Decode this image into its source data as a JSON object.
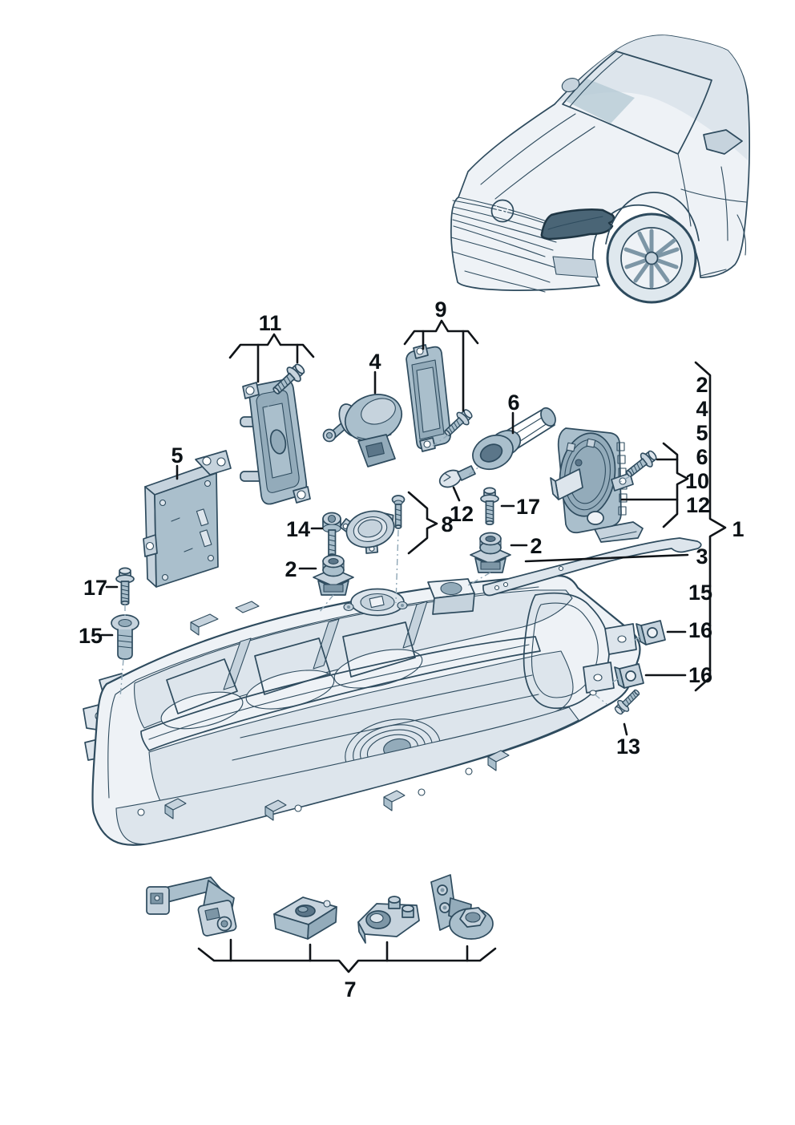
{
  "figure": {
    "type": "exploded-parts-diagram",
    "subject": "Left LED headlight assembly with fasteners, covers, adjuster motor, control unit and repair brackets",
    "vehicle_inset": "SUV front three-quarter view with left headlight highlighted"
  },
  "palette": {
    "line": "#2e4b5e",
    "body_light": "#eef2f6",
    "body_mid": "#c6d3dd",
    "body_dark": "#93abba",
    "highlight_part": "#4a6576",
    "label_color": "#0c1216",
    "background": "#ffffff"
  },
  "callouts": [
    {
      "label": "11",
      "points_to": "cover-plate-large-with-screw-group"
    },
    {
      "label": "9",
      "points_to": "cover-plate-small-with-screw-group"
    },
    {
      "label": "4",
      "points_to": "headlight-range-adjuster-motor"
    },
    {
      "label": "6",
      "points_to": "bulb-holder"
    },
    {
      "label": "5",
      "points_to": "led-control-unit"
    },
    {
      "label": "14",
      "points_to": "socket-head-screw"
    },
    {
      "label": "8",
      "points_to": "round-cap-with-screw-group"
    },
    {
      "label": "12",
      "points_to": "wedge-bulb"
    },
    {
      "label": "17",
      "points_to": "hex-flange-screw-right"
    },
    {
      "label": "2",
      "points_to": "clip-nut-right"
    },
    {
      "label": "2",
      "points_to": "clip-nut-left"
    },
    {
      "label": "17",
      "points_to": "hex-flange-screw-left"
    },
    {
      "label": "15",
      "points_to": "shoulder-screw-left"
    },
    {
      "label": "2",
      "points_to": "assembly-item-list"
    },
    {
      "label": "4",
      "points_to": "assembly-item-list"
    },
    {
      "label": "5",
      "points_to": "assembly-item-list"
    },
    {
      "label": "6",
      "points_to": "assembly-item-list"
    },
    {
      "label": "10",
      "points_to": "led-module-with-screw-group"
    },
    {
      "label": "12",
      "points_to": "assembly-item-list"
    },
    {
      "label": "1",
      "points_to": "complete-headlight-assembly"
    },
    {
      "label": "3",
      "points_to": "trim-strip"
    },
    {
      "label": "15",
      "points_to": "assembly-item-list"
    },
    {
      "label": "16",
      "points_to": "square-clip-upper"
    },
    {
      "label": "16",
      "points_to": "square-clip-lower"
    },
    {
      "label": "13",
      "points_to": "mounting-screw-lower"
    },
    {
      "label": "7",
      "points_to": "repair-bracket-set"
    }
  ]
}
